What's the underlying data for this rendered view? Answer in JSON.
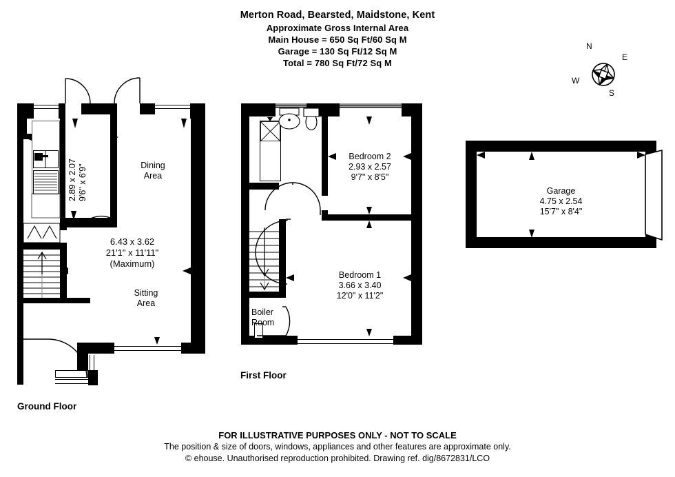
{
  "header": {
    "title": "Merton Road, Bearsted, Maidstone, Kent",
    "subtitle": "Approximate Gross Internal Area",
    "main_house": "Main House = 650 Sq Ft/60 Sq M",
    "garage": "Garage = 130 Sq Ft/12 Sq M",
    "total": "Total = 780 Sq Ft/72 Sq M"
  },
  "compass": {
    "n": "N",
    "e": "E",
    "s": "S",
    "w": "W"
  },
  "floors": {
    "ground": {
      "label": "Ground Floor"
    },
    "first": {
      "label": "First Floor"
    }
  },
  "ground_floor": {
    "kitchen": {
      "metric": "2.89 x 2.07",
      "imperial": "9'6\" x 6'9\""
    },
    "living": {
      "metric": "6.43 x 3.62",
      "imperial": "21'1\" x 11'11\"",
      "note": "(Maximum)",
      "dining_line1": "Dining",
      "dining_line2": "Area",
      "sitting_line1": "Sitting",
      "sitting_line2": "Area"
    }
  },
  "first_floor": {
    "bedroom2": {
      "name": "Bedroom 2",
      "metric": "2.93 x 2.57",
      "imperial": "9'7\" x 8'5\""
    },
    "bedroom1": {
      "name": "Bedroom 1",
      "metric": "3.66 x 3.40",
      "imperial": "12'0\" x 11'2\""
    },
    "boiler": {
      "line1": "Boiler",
      "line2": "Room"
    }
  },
  "garage_plan": {
    "name": "Garage",
    "metric": "4.75 x 2.54",
    "imperial": "15'7\" x 8'4\""
  },
  "footer": {
    "disclaimer": "FOR ILLUSTRATIVE PURPOSES ONLY - NOT TO SCALE",
    "approx": "The position & size of doors, windows, appliances and other features are approximate only.",
    "copyright": "© ehouse. Unauthorised reproduction prohibited. Drawing ref. dig/8672831/LCO"
  },
  "colors": {
    "wall": "#000000",
    "background": "#ffffff",
    "fixture_line": "#333333"
  }
}
